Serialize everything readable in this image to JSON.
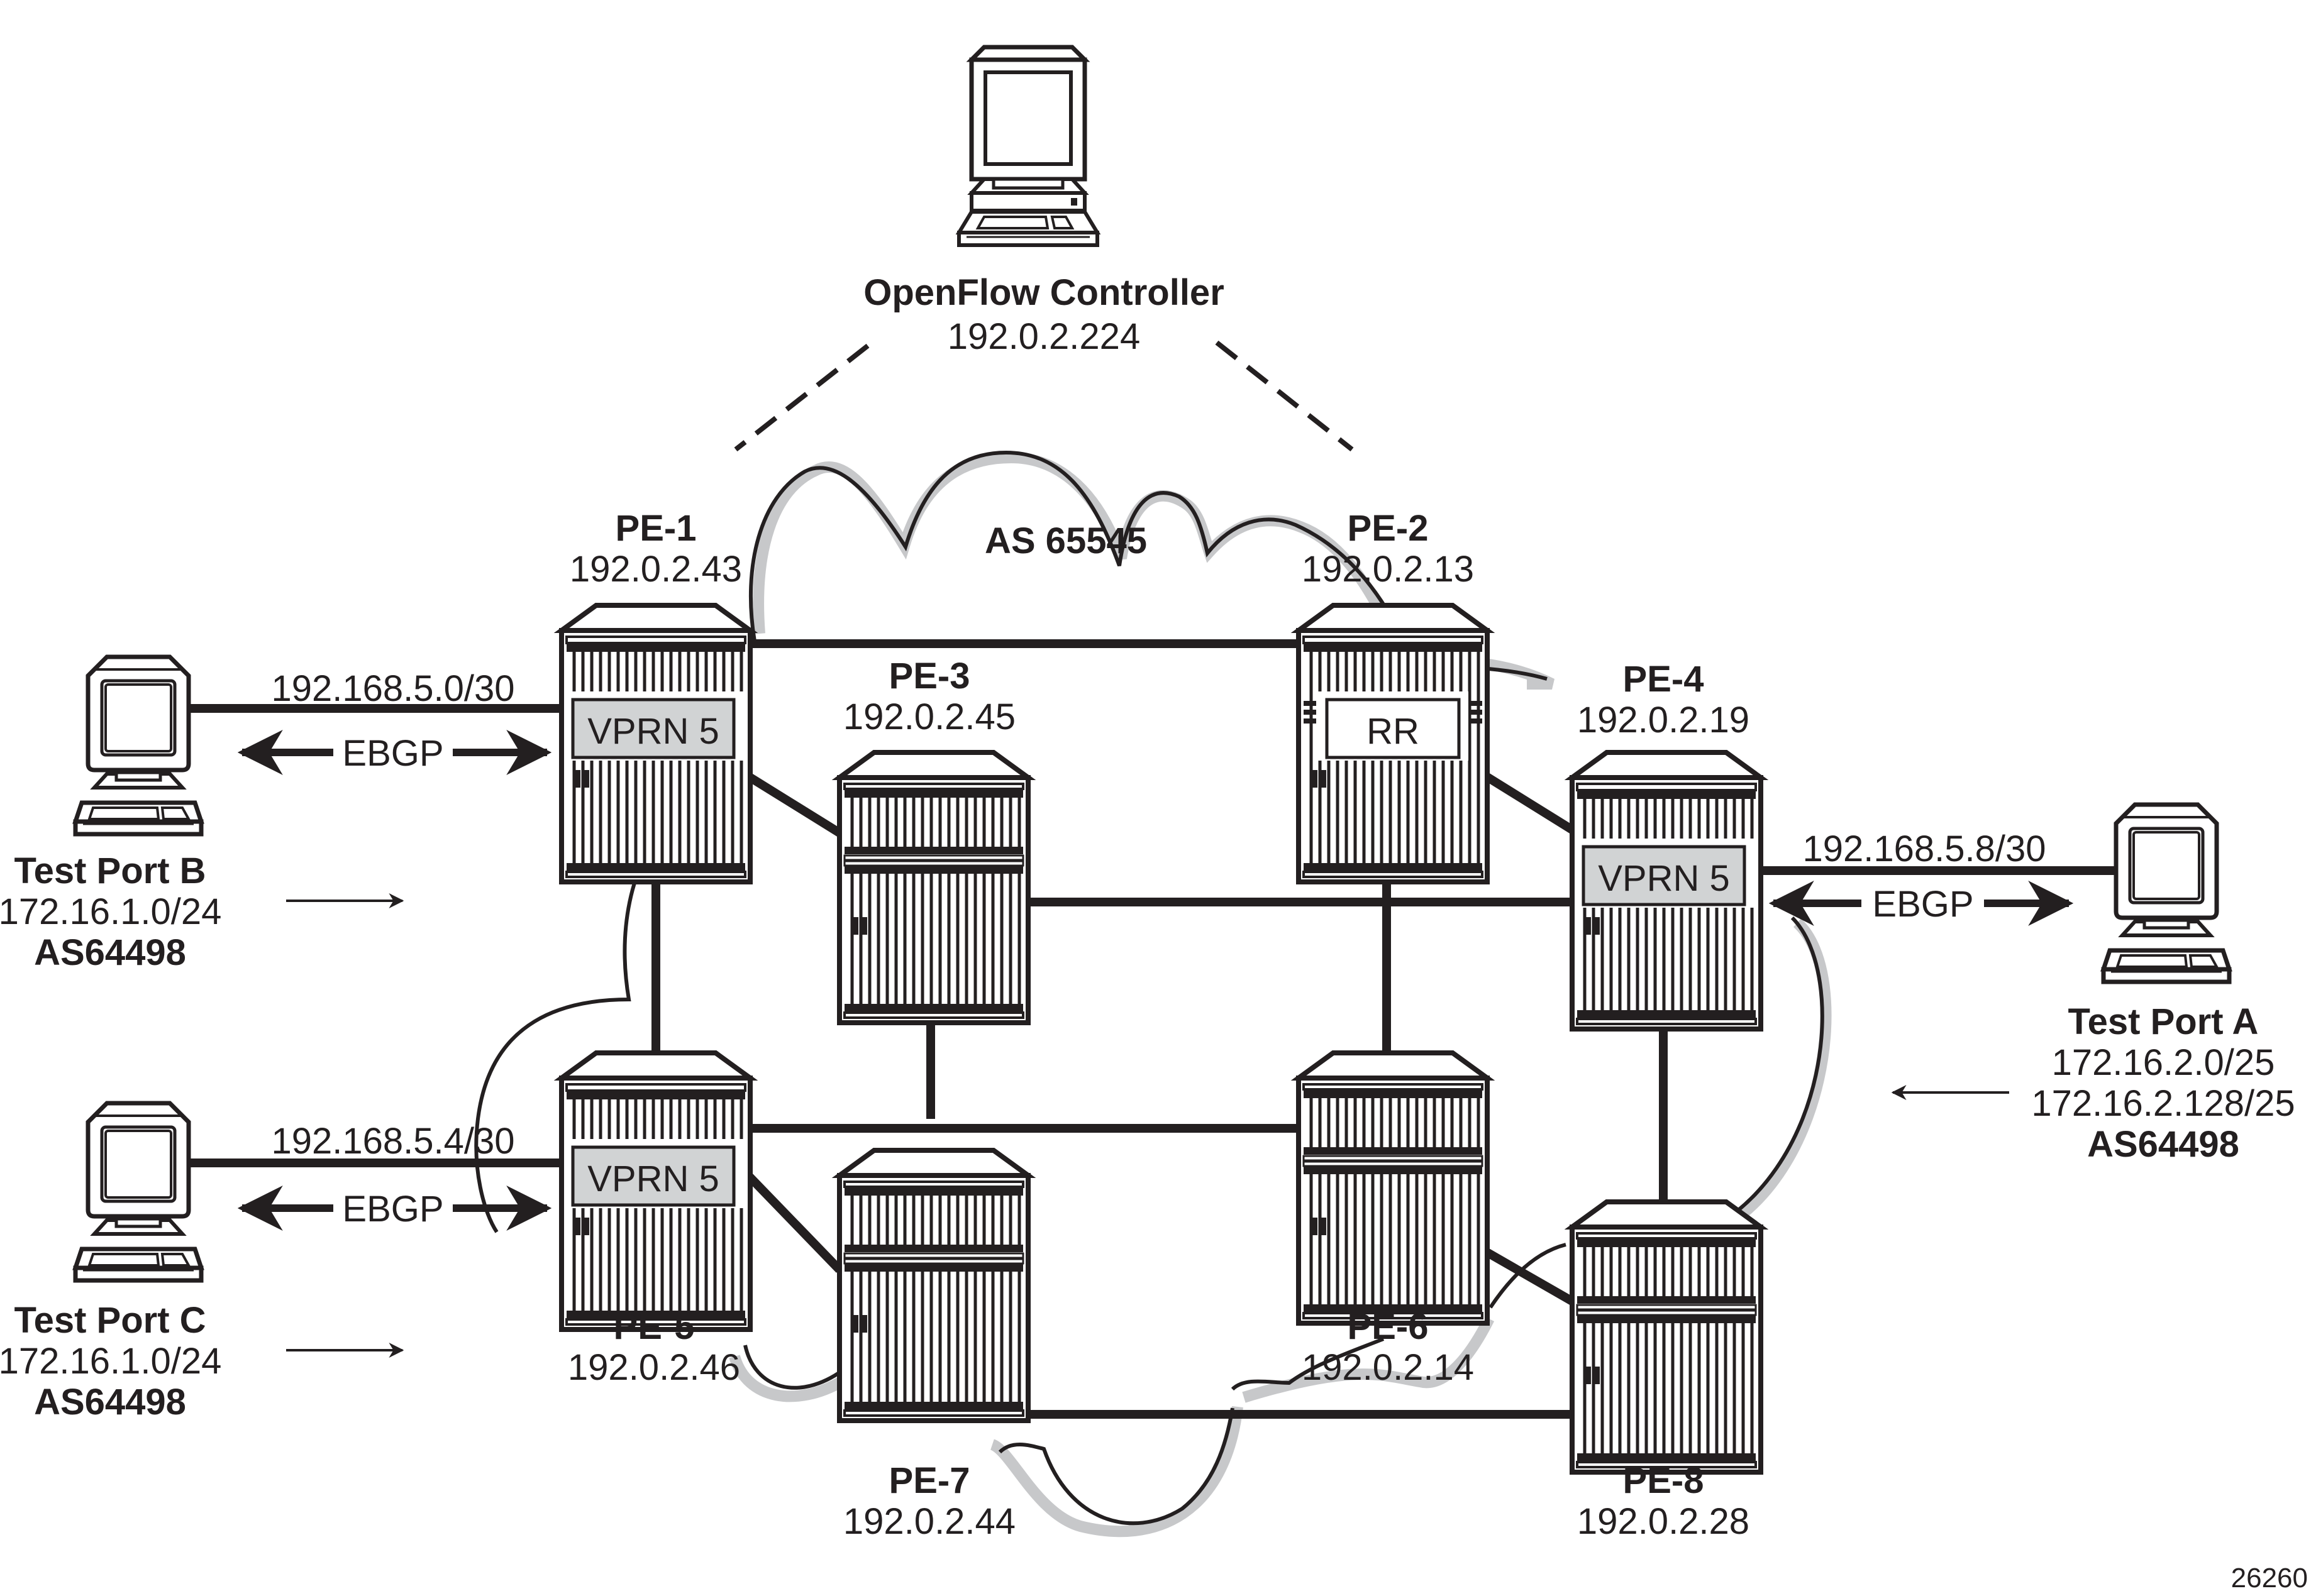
{
  "figure_id": "26260",
  "cloud_label": "AS 65545",
  "controller": {
    "name": "OpenFlow Controller",
    "ip": "192.0.2.224"
  },
  "routers": [
    {
      "id": "pe1",
      "name": "PE-1",
      "ip": "192.0.2.43",
      "badge": "VPRN 5",
      "badge_style": "vprn",
      "style": "single"
    },
    {
      "id": "pe2",
      "name": "PE-2",
      "ip": "192.0.2.13",
      "badge": "RR",
      "badge_style": "rr",
      "style": "single"
    },
    {
      "id": "pe3",
      "name": "PE-3",
      "ip": "192.0.2.45",
      "badge": "",
      "style": "double"
    },
    {
      "id": "pe4",
      "name": "PE-4",
      "ip": "192.0.2.19",
      "badge": "VPRN 5",
      "badge_style": "vprn",
      "style": "single"
    },
    {
      "id": "pe5",
      "name": "PE-5",
      "ip": "192.0.2.46",
      "badge": "VPRN 5",
      "badge_style": "vprn",
      "style": "single"
    },
    {
      "id": "pe6",
      "name": "PE-6",
      "ip": "192.0.2.14",
      "badge": "",
      "style": "double"
    },
    {
      "id": "pe7",
      "name": "PE-7",
      "ip": "192.0.2.44",
      "badge": "",
      "style": "double"
    },
    {
      "id": "pe8",
      "name": "PE-8",
      "ip": "192.0.2.28",
      "badge": "",
      "style": "double"
    }
  ],
  "links": [
    [
      "pe1",
      "pe2"
    ],
    [
      "pe1",
      "pe3"
    ],
    [
      "pe1",
      "pe5"
    ],
    [
      "pe2",
      "pe4"
    ],
    [
      "pe2",
      "pe6"
    ],
    [
      "pe3",
      "pe4"
    ],
    [
      "pe3",
      "pe7"
    ],
    [
      "pe4",
      "pe8"
    ],
    [
      "pe5",
      "pe6"
    ],
    [
      "pe5",
      "pe7"
    ],
    [
      "pe6",
      "pe8"
    ],
    [
      "pe7",
      "pe8"
    ]
  ],
  "controller_links": [
    "dashed-left",
    "dashed-right"
  ],
  "test_ports": [
    {
      "id": "tpb",
      "name": "Test Port B",
      "prefixes": [
        "172.16.1.0/24"
      ],
      "as": "AS64498",
      "subnet": "192.168.5.0/30",
      "session": "EBGP",
      "attached_to": "pe1",
      "route_direction": "right"
    },
    {
      "id": "tpc",
      "name": "Test Port C",
      "prefixes": [
        "172.16.1.0/24"
      ],
      "as": "AS64498",
      "subnet": "192.168.5.4/30",
      "session": "EBGP",
      "attached_to": "pe5",
      "route_direction": "right"
    },
    {
      "id": "tpa",
      "name": "Test Port A",
      "prefixes": [
        "172.16.2.0/25",
        "172.16.2.128/25"
      ],
      "as": "AS64498",
      "subnet": "192.168.5.8/30",
      "session": "EBGP",
      "attached_to": "pe4",
      "route_direction": "left"
    }
  ],
  "colors": {
    "ink": "#231f20",
    "badge_fill": "#d1d3d4",
    "shadow": "#c7c8ca",
    "background": "#ffffff"
  }
}
